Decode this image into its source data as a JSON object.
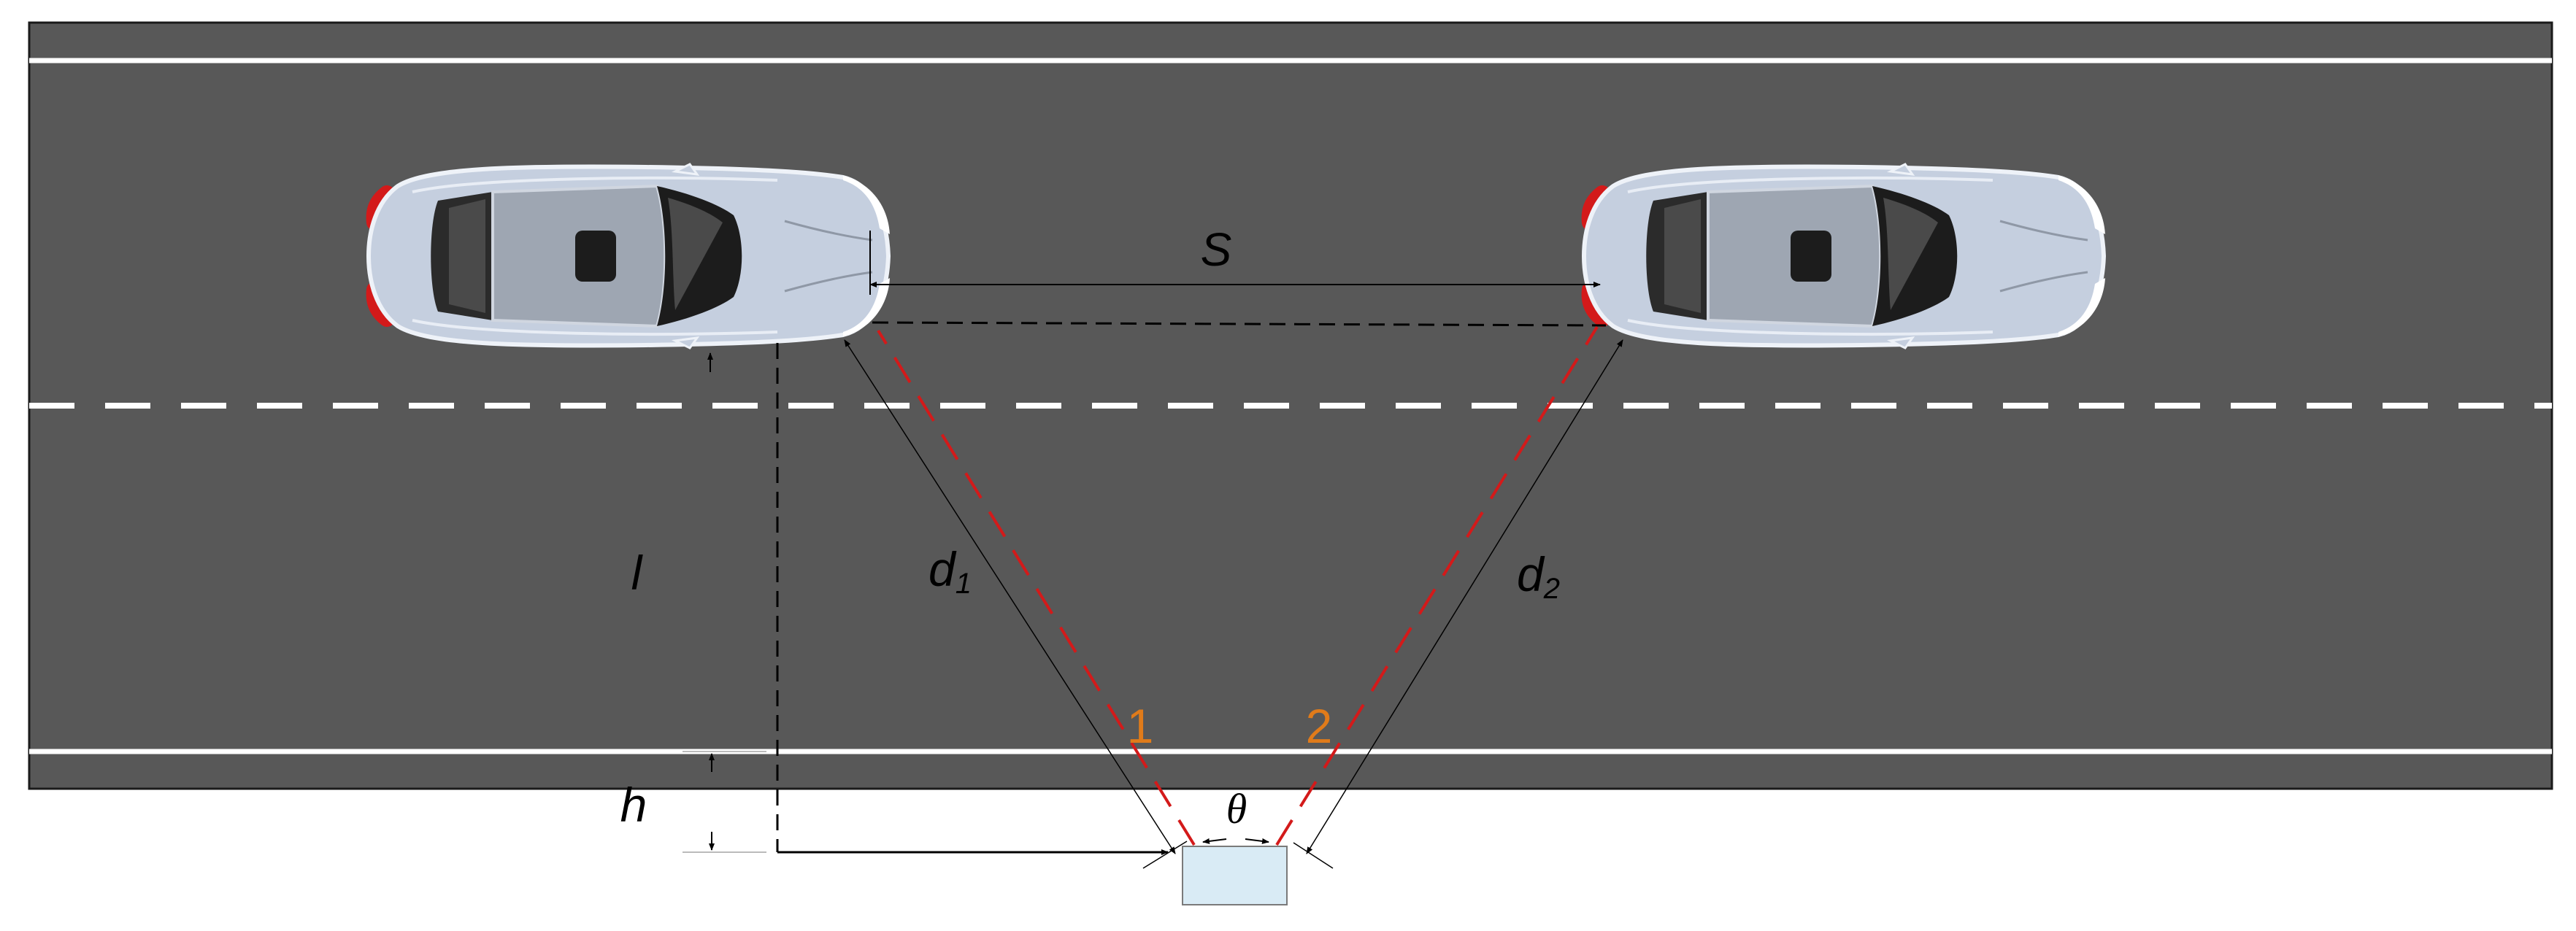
{
  "labels": {
    "spacing": "S",
    "lateral_distance": "l",
    "sensor_offset": "h",
    "distance_1": "d",
    "distance_1_sub": "1",
    "distance_2": "d",
    "distance_2_sub": "2",
    "angle": "θ",
    "beam_1": "1",
    "beam_2": "2"
  },
  "colors": {
    "road": "#585858",
    "road_border": "#1a1a1a",
    "lane_line": "#ffffff",
    "car_body": "#c5cfdf",
    "car_glass": "#2b2b2b",
    "car_roof": "#9ea6b2",
    "tail_light": "#d31a1a",
    "laser_beam": "#d31a1a",
    "beam_number": "#e07b1a",
    "sensor_box": "#d9ebf5",
    "dimension_line": "#000000"
  },
  "icons": {
    "vehicle": "car-top-view-icon",
    "sensor": "sensor-box-icon"
  }
}
